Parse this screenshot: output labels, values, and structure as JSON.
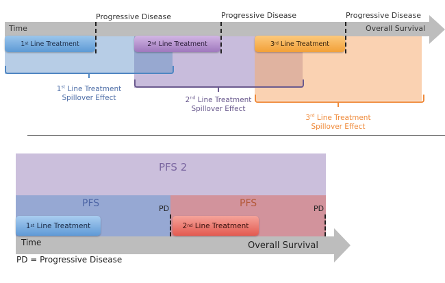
{
  "top_diagram": {
    "time_label": "Time",
    "outcome_label": "Overall Survival",
    "progression_markers": [
      "Progressive Disease",
      "Progressive Disease",
      "Progressive Disease"
    ],
    "treatments": [
      {
        "ordinal": "1",
        "suffix": "st",
        "label": "Line Treatment",
        "color": "#5b9bd5"
      },
      {
        "ordinal": "2",
        "suffix": "nd",
        "label": "Line Treatment",
        "color": "#9d72b8"
      },
      {
        "ordinal": "3",
        "suffix": "rd",
        "label": "Line Treatment",
        "color": "#f3a23c"
      }
    ],
    "spillover": [
      {
        "ordinal": "1",
        "suffix": "st",
        "line1": "Line Treatment",
        "line2": "Spillover Effect",
        "color": "#4f6fa8"
      },
      {
        "ordinal": "2",
        "suffix": "nd",
        "line1": "Line Treatment",
        "line2": "Spillover Effect",
        "color": "#6a5a8e"
      },
      {
        "ordinal": "3",
        "suffix": "rd",
        "line1": "Line Treatment",
        "line2": "Spillover Effect",
        "color": "#ef8a3a"
      }
    ]
  },
  "bottom_diagram": {
    "pfs2_label": "PFS 2",
    "pfs_label_1": "PFS",
    "pfs_label_2": "PFS",
    "pd_label_1": "PD",
    "pd_label_2": "PD",
    "treatments": [
      {
        "ordinal": "1",
        "suffix": "st",
        "label": "Line Treatment"
      },
      {
        "ordinal": "2",
        "suffix": "nd",
        "label": "Line Treatment"
      }
    ],
    "time_label": "Time",
    "outcome_label": "Overall Survival",
    "legend": "PD = Progressive Disease"
  }
}
